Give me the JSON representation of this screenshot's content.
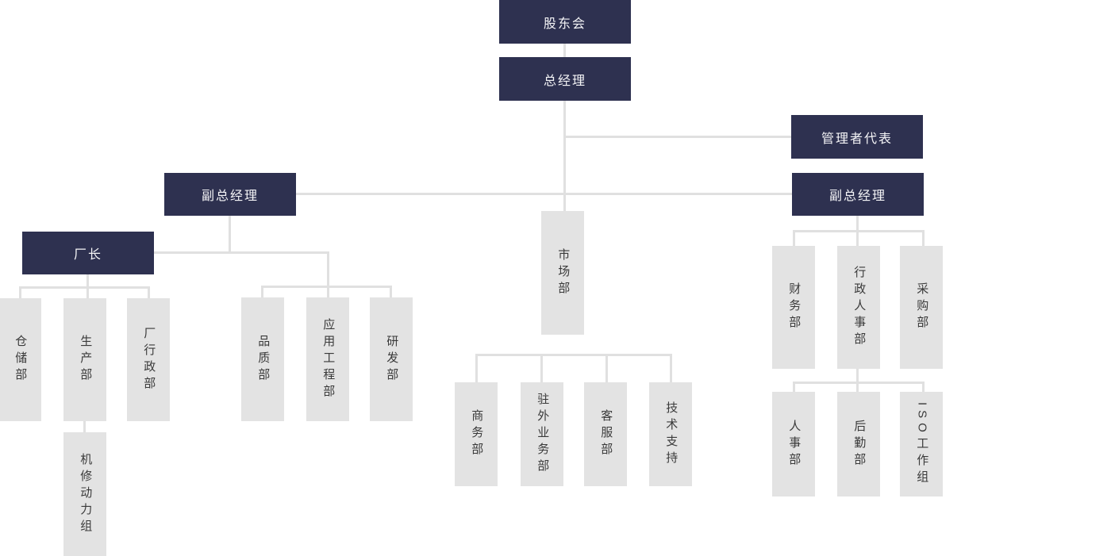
{
  "diagram": {
    "type": "org-chart",
    "language": "zh-CN",
    "colors": {
      "dark_box": "#2e3150",
      "dark_box_text": "#f5f5f7",
      "gray_box": "#e3e3e3",
      "gray_box_text": "#3a3a3a",
      "connector": "#e0e0e0",
      "background": "#ffffff"
    },
    "nodes": {
      "shareholders": "股东会",
      "general_manager": "总经理",
      "management_rep": "管理者代表",
      "deputy_gm_left": "副总经理",
      "deputy_gm_right": "副总经理",
      "factory_director": "厂长",
      "marketing": "市场部",
      "warehouse": "仓储部",
      "production": "生产部",
      "factory_admin": "厂行政部",
      "machine_repair": "机修动力组",
      "quality": "品质部",
      "application_eng": "应用工程部",
      "rnd": "研发部",
      "commerce": "商务部",
      "field_business": "驻外业务部",
      "customer_service": "客服部",
      "tech_support": "技术支持",
      "finance": "财务部",
      "admin_hr": "行政人事部",
      "purchasing": "采购部",
      "hr": "人事部",
      "logistics": "后勤部",
      "iso_team": "ISO工作组"
    },
    "edges": [
      [
        "股东会",
        "总经理"
      ],
      [
        "总经理",
        "管理者代表"
      ],
      [
        "总经理",
        "副总经理(左)"
      ],
      [
        "总经理",
        "副总经理(右)"
      ],
      [
        "总经理",
        "市场部"
      ],
      [
        "副总经理(左)",
        "厂长"
      ],
      [
        "副总经理(左)",
        "品质部"
      ],
      [
        "副总经理(左)",
        "应用工程部"
      ],
      [
        "副总经理(左)",
        "研发部"
      ],
      [
        "厂长",
        "仓储部"
      ],
      [
        "厂长",
        "生产部"
      ],
      [
        "厂长",
        "厂行政部"
      ],
      [
        "生产部",
        "机修动力组"
      ],
      [
        "市场部",
        "商务部"
      ],
      [
        "市场部",
        "驻外业务部"
      ],
      [
        "市场部",
        "客服部"
      ],
      [
        "市场部",
        "技术支持"
      ],
      [
        "副总经理(右)",
        "财务部"
      ],
      [
        "副总经理(右)",
        "行政人事部"
      ],
      [
        "副总经理(右)",
        "采购部"
      ],
      [
        "行政人事部",
        "人事部"
      ],
      [
        "行政人事部",
        "后勤部"
      ],
      [
        "行政人事部",
        "ISO工作组"
      ]
    ]
  }
}
